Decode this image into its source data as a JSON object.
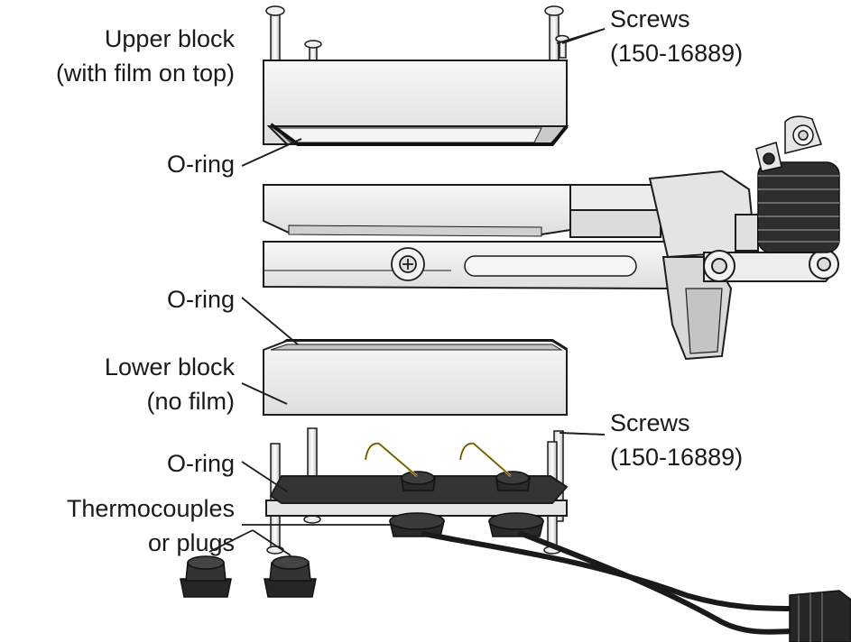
{
  "labels": {
    "upper_block": [
      "Upper block",
      "(with film on top)"
    ],
    "oring_1": "O-ring",
    "oring_2": "O-ring",
    "lower_block": [
      "Lower block",
      "(no film)"
    ],
    "oring_3": "O-ring",
    "thermocouples": [
      "Thermocouples",
      "or plugs"
    ],
    "screws_top": [
      "Screws",
      "(150-16889)"
    ],
    "screws_bottom": [
      "Screws",
      "(150-16889)"
    ]
  },
  "colors": {
    "metal": "#e9e9e9",
    "metal_dark": "#bdbdbd",
    "outline": "#1c1c1c",
    "rubber": "#2b2b2b",
    "gasket": "#3a3a3a",
    "wire_yellow": "#c9b640"
  }
}
